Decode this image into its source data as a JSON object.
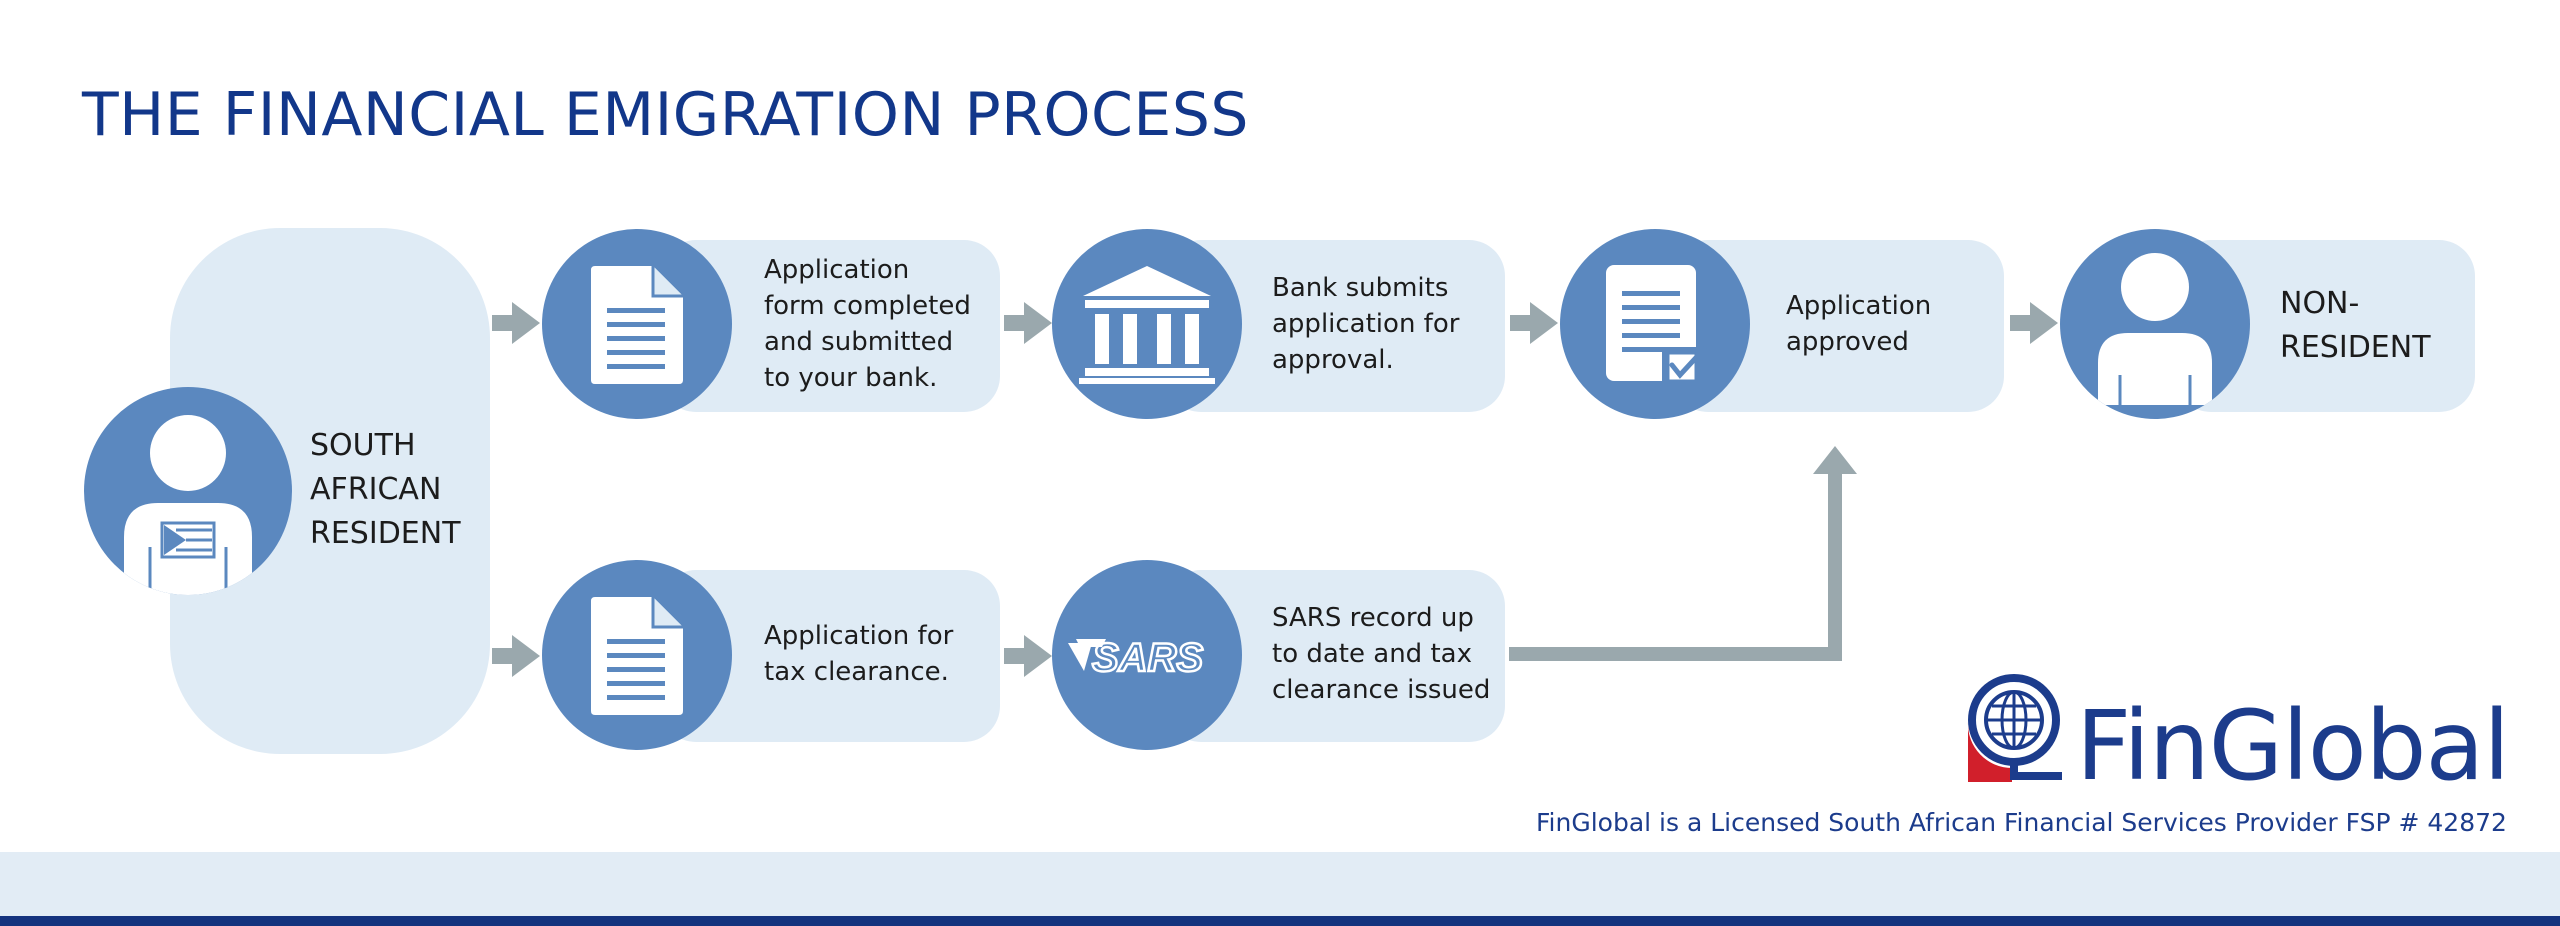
{
  "title": "THE FINANCIAL EMIGRATION PROCESS",
  "colors": {
    "title": "#12378a",
    "circle": "#5b88bf",
    "panel": "#dfebf5",
    "arrow": "#9aa8ad",
    "logo_red": "#d11f2b",
    "logo_blue": "#1c3c8c"
  },
  "start": {
    "label_lines": [
      "SOUTH",
      "AFRICAN",
      "RESIDENT"
    ],
    "icon": "person-with-flag-icon"
  },
  "steps": [
    {
      "id": "form",
      "icon": "document-icon",
      "label_lines": [
        "Application",
        "form completed",
        "and submitted",
        "to your bank."
      ]
    },
    {
      "id": "bank",
      "icon": "bank-icon",
      "label_lines": [
        "Bank submits",
        "application for",
        "approval."
      ]
    },
    {
      "id": "approved",
      "icon": "approved-document-icon",
      "label_lines": [
        "Application",
        "approved"
      ]
    },
    {
      "id": "non-resident",
      "icon": "person-icon",
      "label_lines": [
        "NON-",
        "RESIDENT"
      ]
    },
    {
      "id": "tax",
      "icon": "document-icon",
      "label_lines": [
        "Application for",
        "tax clearance."
      ]
    },
    {
      "id": "sars",
      "icon": "sars-logo",
      "logo_text": "SARS",
      "label_lines": [
        "SARS record up",
        "to date and tax",
        "clearance issued"
      ]
    }
  ],
  "logo": {
    "name": "FinGlobal",
    "icon": "finglobal-globe-logo"
  },
  "footer_note": "FinGlobal is a Licensed South African Financial Services Provider FSP # 42872"
}
